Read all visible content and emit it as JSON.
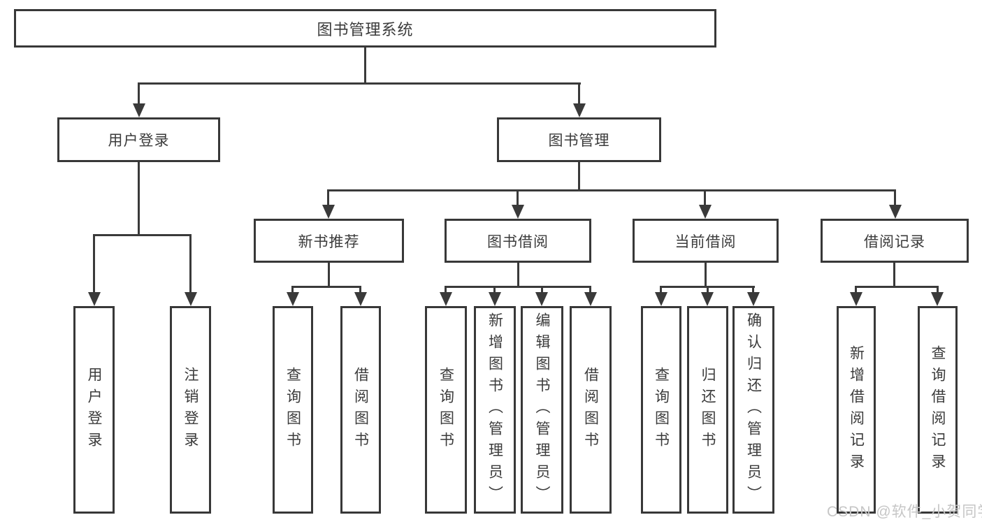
{
  "nodes": {
    "root": {
      "label": "图书管理系统"
    },
    "user_login": {
      "label": "用户登录"
    },
    "book_mgmt": {
      "label": "图书管理"
    },
    "new_book_rec": {
      "label": "新书推荐"
    },
    "book_borrow": {
      "label": "图书借阅"
    },
    "current_borrow": {
      "label": "当前借阅"
    },
    "borrow_records": {
      "label": "借阅记录"
    },
    "leaf_user_login": {
      "label": "用户登录"
    },
    "leaf_logout": {
      "label": "注销登录"
    },
    "leaf_query_books_1": {
      "label": "查询图书"
    },
    "leaf_borrow_books_1": {
      "label": "借阅图书"
    },
    "leaf_query_books_2": {
      "label": "查询图书"
    },
    "leaf_add_book_admin": {
      "label": "新增图书（管理员）"
    },
    "leaf_edit_book_admin": {
      "label": "编辑图书（管理员）"
    },
    "leaf_borrow_books_2": {
      "label": "借阅图书"
    },
    "leaf_query_books_3": {
      "label": "查询图书"
    },
    "leaf_return_book": {
      "label": "归还图书"
    },
    "leaf_confirm_return_admin": {
      "label": "确认归还（管理员）"
    },
    "leaf_add_borrow_record": {
      "label": "新增借阅记录"
    },
    "leaf_query_borrow_record": {
      "label": "查询借阅记录"
    }
  },
  "watermark": {
    "text": "CSDN @软件_小贺同学"
  },
  "colors": {
    "line": "#3a3a3a",
    "text": "#3b3b3b",
    "background": "#ffffff",
    "watermark": "#c6c6c6"
  }
}
